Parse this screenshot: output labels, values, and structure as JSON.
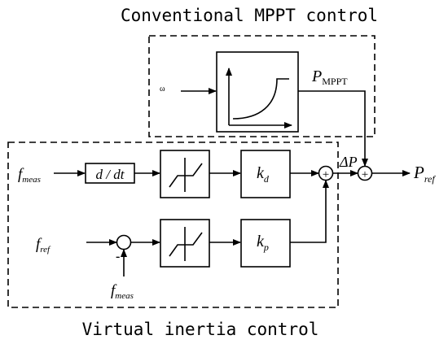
{
  "labels": {
    "conventional_title": "Conventional MPPT control",
    "virtual_title": "Virtual inertia control",
    "mppt_input": "ω",
    "p_mppt_main": "P",
    "p_mppt_sub": "MPPT",
    "delta_p": "ΔP",
    "p_ref_main": "P",
    "p_ref_sub": "ref",
    "f_meas_main": "f",
    "f_meas_sub": "meas",
    "f_ref_main": "f",
    "f_ref_sub": "ref",
    "f_meas2_main": "f",
    "f_meas2_sub": "meas",
    "derivative": "d / dt",
    "kd_main": "k",
    "kd_sub": "d",
    "kp_main": "k",
    "kp_sub": "p",
    "plus_sign": "+",
    "minus_sign": "-"
  }
}
